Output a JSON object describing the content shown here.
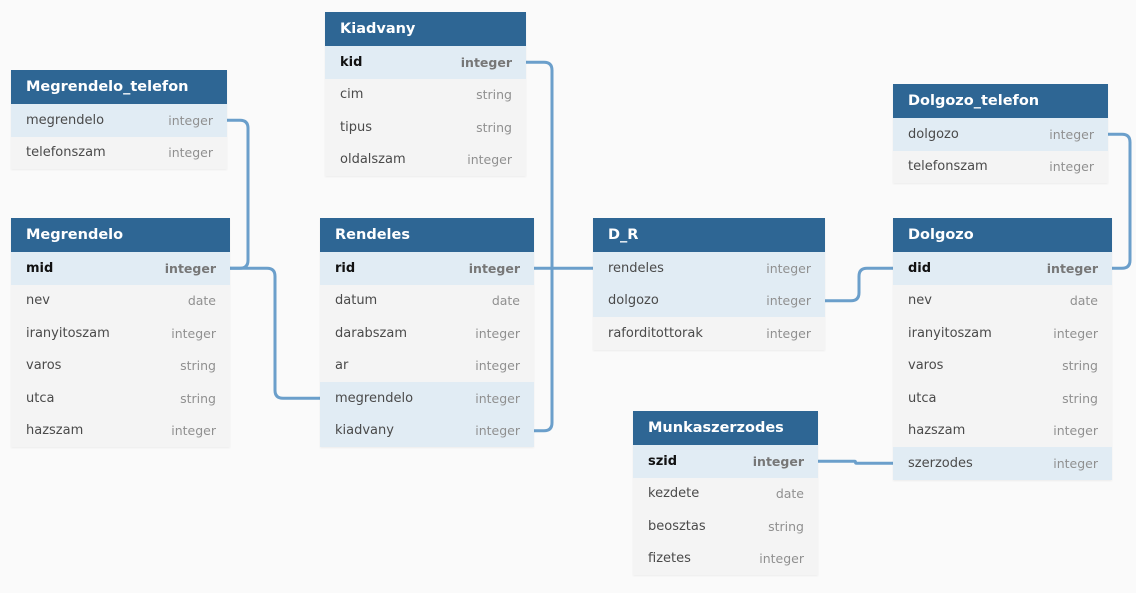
{
  "tables": [
    {
      "id": "kiadvany",
      "name": "Kiadvany",
      "fields": [
        {
          "name": "kid",
          "type": "integer",
          "key": true
        },
        {
          "name": "cim",
          "type": "string"
        },
        {
          "name": "tipus",
          "type": "string"
        },
        {
          "name": "oldalszam",
          "type": "integer"
        }
      ]
    },
    {
      "id": "megrendelo-telefon",
      "name": "Megrendelo_telefon",
      "fields": [
        {
          "name": "megrendelo",
          "type": "integer",
          "ref": true
        },
        {
          "name": "telefonszam",
          "type": "integer"
        }
      ]
    },
    {
      "id": "megrendelo",
      "name": "Megrendelo",
      "fields": [
        {
          "name": "mid",
          "type": "integer",
          "key": true
        },
        {
          "name": "nev",
          "type": "date"
        },
        {
          "name": "iranyitoszam",
          "type": "integer"
        },
        {
          "name": "varos",
          "type": "string"
        },
        {
          "name": "utca",
          "type": "string"
        },
        {
          "name": "hazszam",
          "type": "integer"
        }
      ]
    },
    {
      "id": "rendeles",
      "name": "Rendeles",
      "fields": [
        {
          "name": "rid",
          "type": "integer",
          "key": true
        },
        {
          "name": "datum",
          "type": "date"
        },
        {
          "name": "darabszam",
          "type": "integer"
        },
        {
          "name": "ar",
          "type": "integer"
        },
        {
          "name": "megrendelo",
          "type": "integer",
          "ref": true
        },
        {
          "name": "kiadvany",
          "type": "integer",
          "ref": true
        }
      ]
    },
    {
      "id": "d-r",
      "name": "D_R",
      "fields": [
        {
          "name": "rendeles",
          "type": "integer",
          "ref": true
        },
        {
          "name": "dolgozo",
          "type": "integer",
          "ref": true
        },
        {
          "name": "raforditottorak",
          "type": "integer"
        }
      ]
    },
    {
      "id": "dolgozo-telefon",
      "name": "Dolgozo_telefon",
      "fields": [
        {
          "name": "dolgozo",
          "type": "integer",
          "ref": true
        },
        {
          "name": "telefonszam",
          "type": "integer"
        }
      ]
    },
    {
      "id": "dolgozo",
      "name": "Dolgozo",
      "fields": [
        {
          "name": "did",
          "type": "integer",
          "key": true
        },
        {
          "name": "nev",
          "type": "date"
        },
        {
          "name": "iranyitoszam",
          "type": "integer"
        },
        {
          "name": "varos",
          "type": "string"
        },
        {
          "name": "utca",
          "type": "string"
        },
        {
          "name": "hazszam",
          "type": "integer"
        },
        {
          "name": "szerzodes",
          "type": "integer",
          "ref": true
        }
      ]
    },
    {
      "id": "munkaszerzodes",
      "name": "Munkaszerzodes",
      "fields": [
        {
          "name": "szid",
          "type": "integer",
          "key": true
        },
        {
          "name": "kezdete",
          "type": "date"
        },
        {
          "name": "beosztas",
          "type": "string"
        },
        {
          "name": "fizetes",
          "type": "integer"
        }
      ]
    }
  ],
  "relations": [
    {
      "from": "megrendelo-telefon.megrendelo",
      "to": "megrendelo.mid"
    },
    {
      "from": "rendeles.megrendelo",
      "to": "megrendelo.mid"
    },
    {
      "from": "rendeles.kiadvany",
      "to": "kiadvany.kid"
    },
    {
      "from": "d-r.rendeles",
      "to": "rendeles.rid"
    },
    {
      "from": "d-r.dolgozo",
      "to": "dolgozo.did"
    },
    {
      "from": "dolgozo-telefon.dolgozo",
      "to": "dolgozo.did"
    },
    {
      "from": "dolgozo.szerzodes",
      "to": "munkaszerzodes.szid"
    }
  ],
  "colors": {
    "header": "#2e6694",
    "link": "#6b9fcb",
    "key_row": "#e1ecf4",
    "row": "#f4f4f4"
  }
}
